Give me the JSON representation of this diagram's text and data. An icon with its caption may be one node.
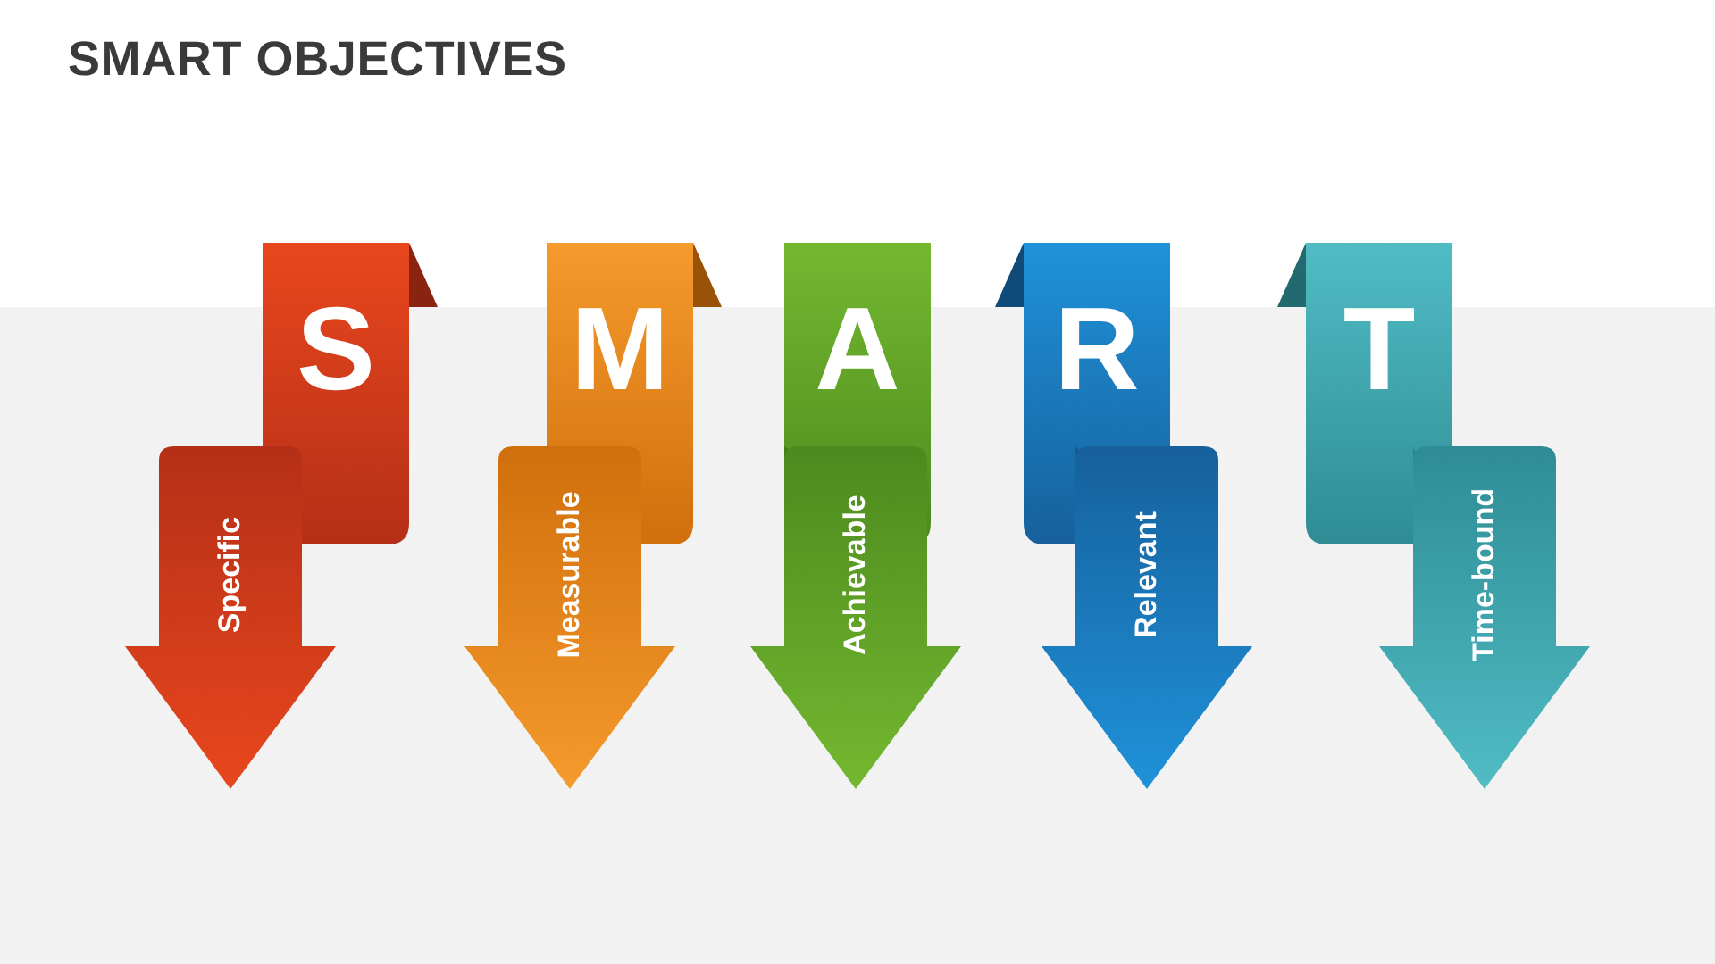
{
  "diagram": {
    "title": "SMART OBJECTIVES",
    "nodes": [
      {
        "text": [
          "S",
          "Specific"
        ]
      },
      {
        "text": [
          "M",
          "Measurable"
        ]
      },
      {
        "text": [
          "A",
          "Achievable"
        ]
      },
      {
        "text": [
          "R",
          "Relevant"
        ]
      },
      {
        "text": [
          "T",
          "Time-bound"
        ]
      }
    ]
  }
}
